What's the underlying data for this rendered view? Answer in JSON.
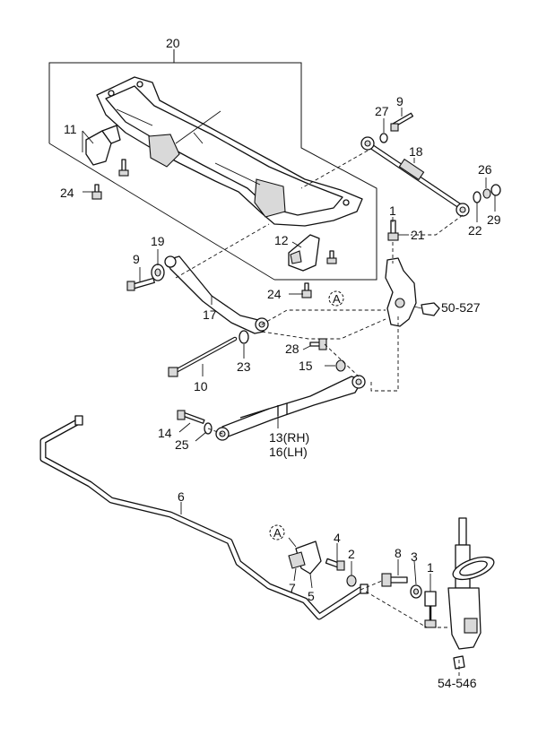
{
  "diagram": {
    "labels": {
      "p20": "20",
      "p11": "11",
      "p24a": "24",
      "p27": "27",
      "p9a": "9",
      "p18": "18",
      "p26": "26",
      "p1a": "1",
      "p21": "21",
      "p22": "22",
      "p29": "29",
      "p9b": "9",
      "p19": "19",
      "p12": "12",
      "p24b": "24",
      "refA1": "A",
      "p17": "17",
      "p50527": "50-527",
      "p28": "28",
      "p15": "15",
      "p23": "23",
      "p10": "10",
      "p14": "14",
      "p25": "25",
      "p13": "13(RH)",
      "p16": "16(LH)",
      "p6": "6",
      "refA2": "A",
      "p4": "4",
      "p2": "2",
      "p8": "8",
      "p3": "3",
      "p1b": "1",
      "p7": "7",
      "p5": "5",
      "p54546": "54-546"
    }
  }
}
